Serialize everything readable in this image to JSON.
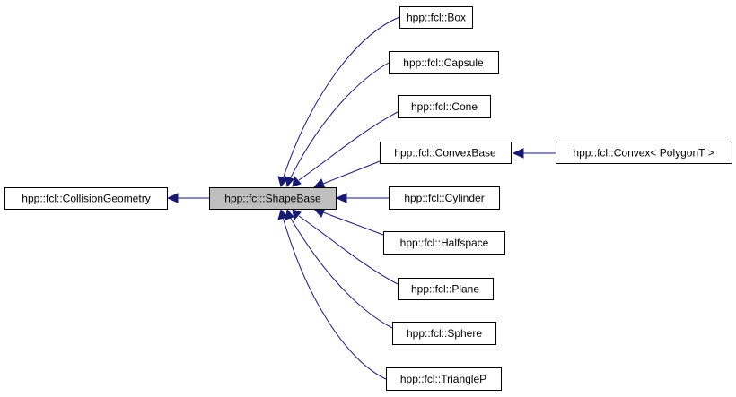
{
  "diagram": {
    "type": "class-inheritance-graph",
    "colors": {
      "edge": "#191970",
      "node_border": "#000000",
      "node_fill": "#ffffff",
      "highlight_fill": "#bfbfbf"
    },
    "nodes": {
      "collision_geometry": "hpp::fcl::CollisionGeometry",
      "shape_base": "hpp::fcl::ShapeBase",
      "box": "hpp::fcl::Box",
      "capsule": "hpp::fcl::Capsule",
      "cone": "hpp::fcl::Cone",
      "convex_base": "hpp::fcl::ConvexBase",
      "convex": "hpp::fcl::Convex< PolygonT >",
      "cylinder": "hpp::fcl::Cylinder",
      "halfspace": "hpp::fcl::Halfspace",
      "plane": "hpp::fcl::Plane",
      "sphere": "hpp::fcl::Sphere",
      "triangle_p": "hpp::fcl::TriangleP"
    },
    "edges": [
      {
        "from": "shape_base",
        "to": "collision_geometry"
      },
      {
        "from": "box",
        "to": "shape_base"
      },
      {
        "from": "capsule",
        "to": "shape_base"
      },
      {
        "from": "cone",
        "to": "shape_base"
      },
      {
        "from": "convex_base",
        "to": "shape_base"
      },
      {
        "from": "cylinder",
        "to": "shape_base"
      },
      {
        "from": "halfspace",
        "to": "shape_base"
      },
      {
        "from": "plane",
        "to": "shape_base"
      },
      {
        "from": "sphere",
        "to": "shape_base"
      },
      {
        "from": "triangle_p",
        "to": "shape_base"
      },
      {
        "from": "convex",
        "to": "convex_base"
      }
    ]
  }
}
